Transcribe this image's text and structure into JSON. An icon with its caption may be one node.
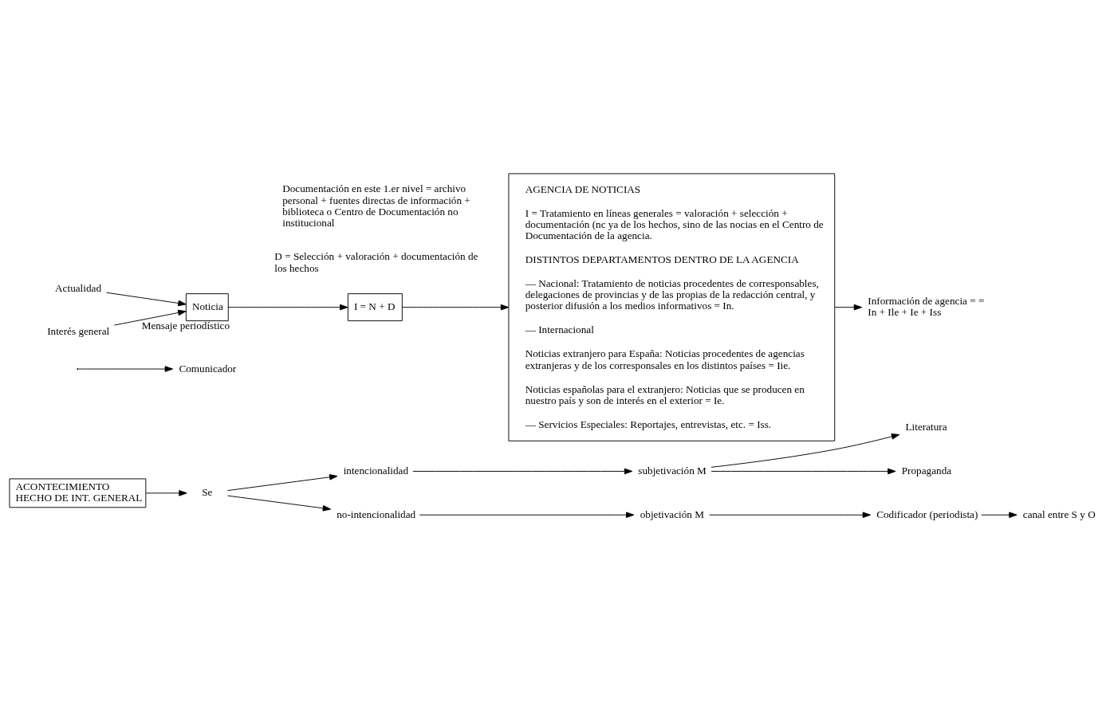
{
  "diagram": {
    "nodes": [
      {
        "text": [
          "ACONTECIMIENTO",
          "HECHO DE INT. GENERAL"
        ]
      },
      {
        "text": [
          "Se"
        ]
      },
      {
        "text": [
          "intencionalidad"
        ]
      },
      {
        "text": [
          "no-intencionalidad"
        ]
      },
      {
        "text": [
          "subjetivación M"
        ]
      },
      {
        "text": [
          "objetivación M"
        ]
      },
      {
        "text": [
          "Literatura"
        ]
      },
      {
        "text": [
          "Propaganda"
        ]
      },
      {
        "text": [
          "Comunicador"
        ]
      },
      {
        "text": [
          "Codificador (periodista)"
        ]
      },
      {
        "text": [
          "canal entre S y O"
        ]
      },
      {
        "text": [
          "Noticia"
        ],
        "beside": [
          "Mensaje periodístico"
        ]
      },
      {
        "text": [
          "Actualidad"
        ]
      },
      {
        "text": [
          "Interés general"
        ]
      },
      {
        "text": [
          "I = N + D"
        ]
      },
      {
        "text": [
          "AGENCIA DE NOTICIAS",
          "I = Tratamiento en líneas generales = valoración + selección + documentación (nc ya de los hechos, sino de las nocias en el Centro de Documentación de la agencia.",
          "DISTINTOS DEPARTAMENTOS DENTRO DE LA AGENCIA",
          "— Nacional: Tratamiento de noticias procedentes de corresponsables, delegaciones de provincias y de las propias de la redacción central, y posterior difusión a los medios informativos = In.",
          "— Internacional",
          "Noticias extranjero para España: Noticias procedentes de agencias extranjeras y de los corresponsales en los distintos países = Iie.",
          "Noticias españolas para el extranjero: Noticias que se producen en nuestro país y son de interés en el exterior = Ie.",
          "— Servicios Especiales: Reportajes, entrevistas, etc. = Iss."
        ]
      },
      {
        "text": [
          "Información de agencia = = In + Ile + Ie + Iss"
        ]
      }
    ],
    "edges": [
      {
        "from": 0,
        "to": 1,
        "arrow": "to"
      },
      {
        "from": 1,
        "to": 2,
        "arrow": "to"
      },
      {
        "from": 1,
        "to": 3,
        "arrow": "to"
      },
      {
        "from": 2,
        "to": 4,
        "arrow": "to"
      },
      {
        "from": 3,
        "to": 5,
        "arrow": "to"
      },
      {
        "from": 4,
        "to": 6,
        "arrow": "to"
      },
      {
        "from": 4,
        "to": 7,
        "arrow": "to"
      },
      {
        "from": null,
        "to": 8,
        "arrow": "to"
      },
      {
        "from": 5,
        "to": 9,
        "arrow": "to"
      },
      {
        "from": 9,
        "to": 10,
        "arrow": "to"
      },
      {
        "from": 12,
        "to": 11,
        "arrow": "to"
      },
      {
        "from": 13,
        "to": 11,
        "arrow": "to"
      },
      {
        "from": 11,
        "to": 14,
        "arrow": "to"
      },
      {
        "from": 14,
        "to": 15,
        "arrow": "to"
      },
      {
        "from": 15,
        "to": 16,
        "arrow": "to"
      }
    ],
    "labels": [
      "D = Selección + valoración + documentación de los hechos",
      "Documentación en este 1.er nivel = archivo personal + fuentes directas de información + biblioteca o Centro de Documentación no institucional"
    ]
  }
}
